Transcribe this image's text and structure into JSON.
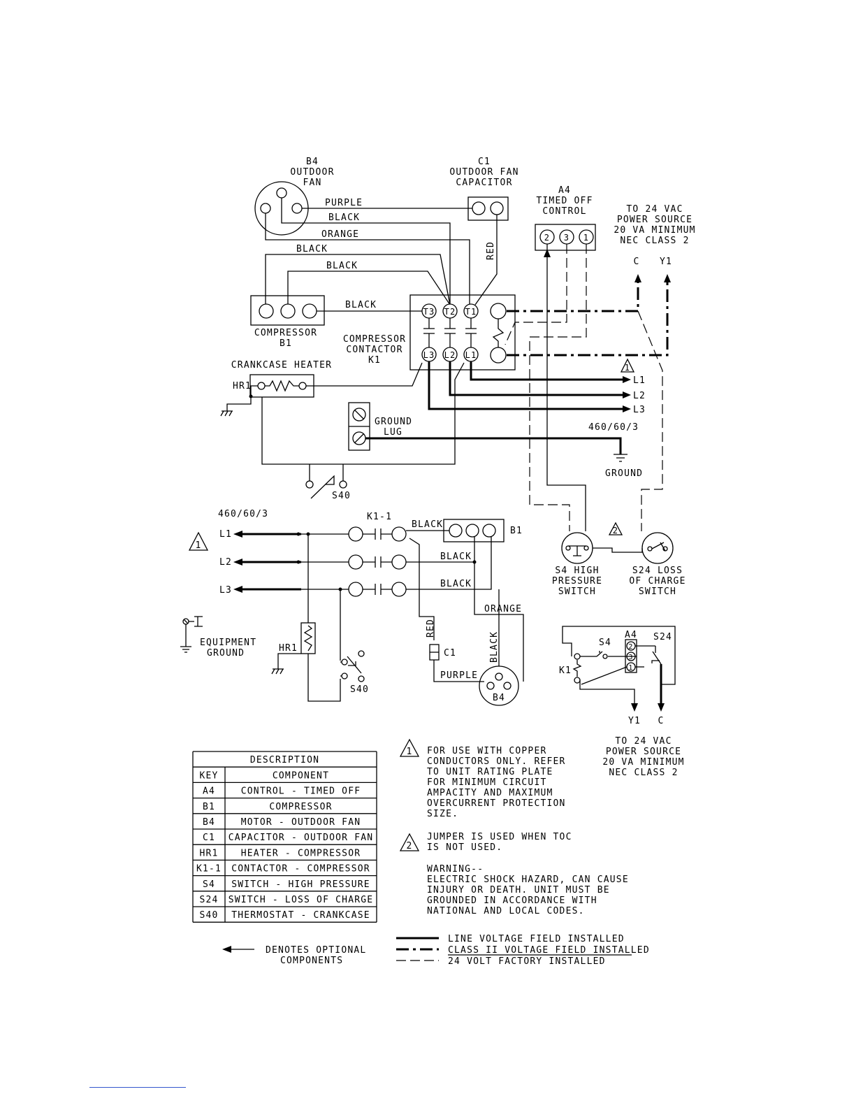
{
  "top": {
    "b4": [
      "B4",
      "OUTDOOR",
      "FAN"
    ],
    "c1": [
      "C1",
      "OUTDOOR FAN",
      "CAPACITOR"
    ],
    "a4": [
      "A4",
      "TIMED OFF",
      "CONTROL"
    ],
    "a4_terms": [
      "2",
      "3",
      "1"
    ],
    "power": [
      "TO 24 VAC",
      "POWER SOURCE",
      "20 VA MINIMUM",
      "NEC CLASS 2"
    ],
    "power_c": "C",
    "power_y1": "Y1",
    "wires": {
      "purple": "PURPLE",
      "black1": "BLACK",
      "orange": "ORANGE",
      "black2": "BLACK",
      "black3": "BLACK",
      "black4": "BLACK",
      "red": "RED"
    },
    "compressor": [
      "COMPRESSOR",
      "B1"
    ],
    "contactor": [
      "COMPRESSOR",
      "CONTACTOR",
      "K1"
    ],
    "contactor_terms": [
      "T3",
      "T2",
      "T1",
      "L3",
      "L2",
      "L1"
    ],
    "crankcase": "CRANKCASE HEATER",
    "hr1": "HR1",
    "ground_lug": [
      "GROUND",
      "LUG"
    ],
    "lines": [
      "L1",
      "L2",
      "L3"
    ],
    "note1": "1",
    "note2": "2",
    "voltage": "460/60/3",
    "ground": "GROUND",
    "s40": "S40",
    "s4": [
      "S4 HIGH",
      "PRESSURE",
      "SWITCH"
    ],
    "s24": [
      "S24 LOSS",
      "OF CHARGE",
      "SWITCH"
    ]
  },
  "ladder": {
    "voltage": "460/60/3",
    "lines": [
      "L1",
      "L2",
      "L3"
    ],
    "k11": "K1-1",
    "b1": "B1",
    "black1": "BLACK",
    "black2": "BLACK",
    "black3": "BLACK",
    "orange": "ORANGE",
    "red": "RED",
    "black4": "BLACK",
    "purple": "PURPLE",
    "c1": "C1",
    "b4": "B4",
    "hr1": "HR1",
    "s40": "S40",
    "equip_ground": [
      "EQUIPMENT",
      "GROUND"
    ]
  },
  "control": {
    "a4": "A4",
    "s24": "S24",
    "s4": "S4",
    "k1": "K1",
    "terms": [
      "2",
      "3",
      "1"
    ],
    "y1": "Y1",
    "c": "C",
    "power": [
      "TO 24 VAC",
      "POWER SOURCE",
      "20 VA MINIMUM",
      "NEC CLASS 2"
    ]
  },
  "legend": {
    "title": "DESCRIPTION",
    "head": [
      "KEY",
      "COMPONENT"
    ],
    "rows": [
      [
        "A4",
        "CONTROL - TIMED OFF"
      ],
      [
        "B1",
        "COMPRESSOR"
      ],
      [
        "B4",
        "MOTOR - OUTDOOR FAN"
      ],
      [
        "C1",
        "CAPACITOR - OUTDOOR FAN"
      ],
      [
        "HR1",
        "HEATER - COMPRESSOR"
      ],
      [
        "K1-1",
        "CONTACTOR - COMPRESSOR"
      ],
      [
        "S4",
        "SWITCH - HIGH PRESSURE"
      ],
      [
        "S24",
        "SWITCH - LOSS OF CHARGE"
      ],
      [
        "S40",
        "THERMOSTAT - CRANKCASE"
      ]
    ]
  },
  "notes": {
    "n1_num": "1",
    "n1": [
      "FOR USE WITH COPPER",
      "CONDUCTORS ONLY. REFER",
      "TO UNIT RATING PLATE",
      "FOR MINIMUM CIRCUIT",
      "AMPACITY AND MAXIMUM",
      "OVERCURRENT PROTECTION",
      "SIZE."
    ],
    "n2_num": "2",
    "n2": [
      "JUMPER IS USED WHEN TOC",
      "IS NOT USED."
    ],
    "warning": [
      "WARNING--",
      "ELECTRIC SHOCK HAZARD, CAN CAUSE",
      "INJURY OR DEATH. UNIT MUST BE",
      "GROUNDED IN ACCORDANCE WITH",
      "NATIONAL AND LOCAL CODES."
    ]
  },
  "line_key": {
    "optional": [
      "DENOTES OPTIONAL",
      "COMPONENTS"
    ],
    "line_voltage": "LINE VOLTAGE FIELD INSTALLED",
    "class2": "CLASS II VOLTAGE FIELD INSTALLED",
    "factory": "24 VOLT FACTORY INSTALLED"
  }
}
